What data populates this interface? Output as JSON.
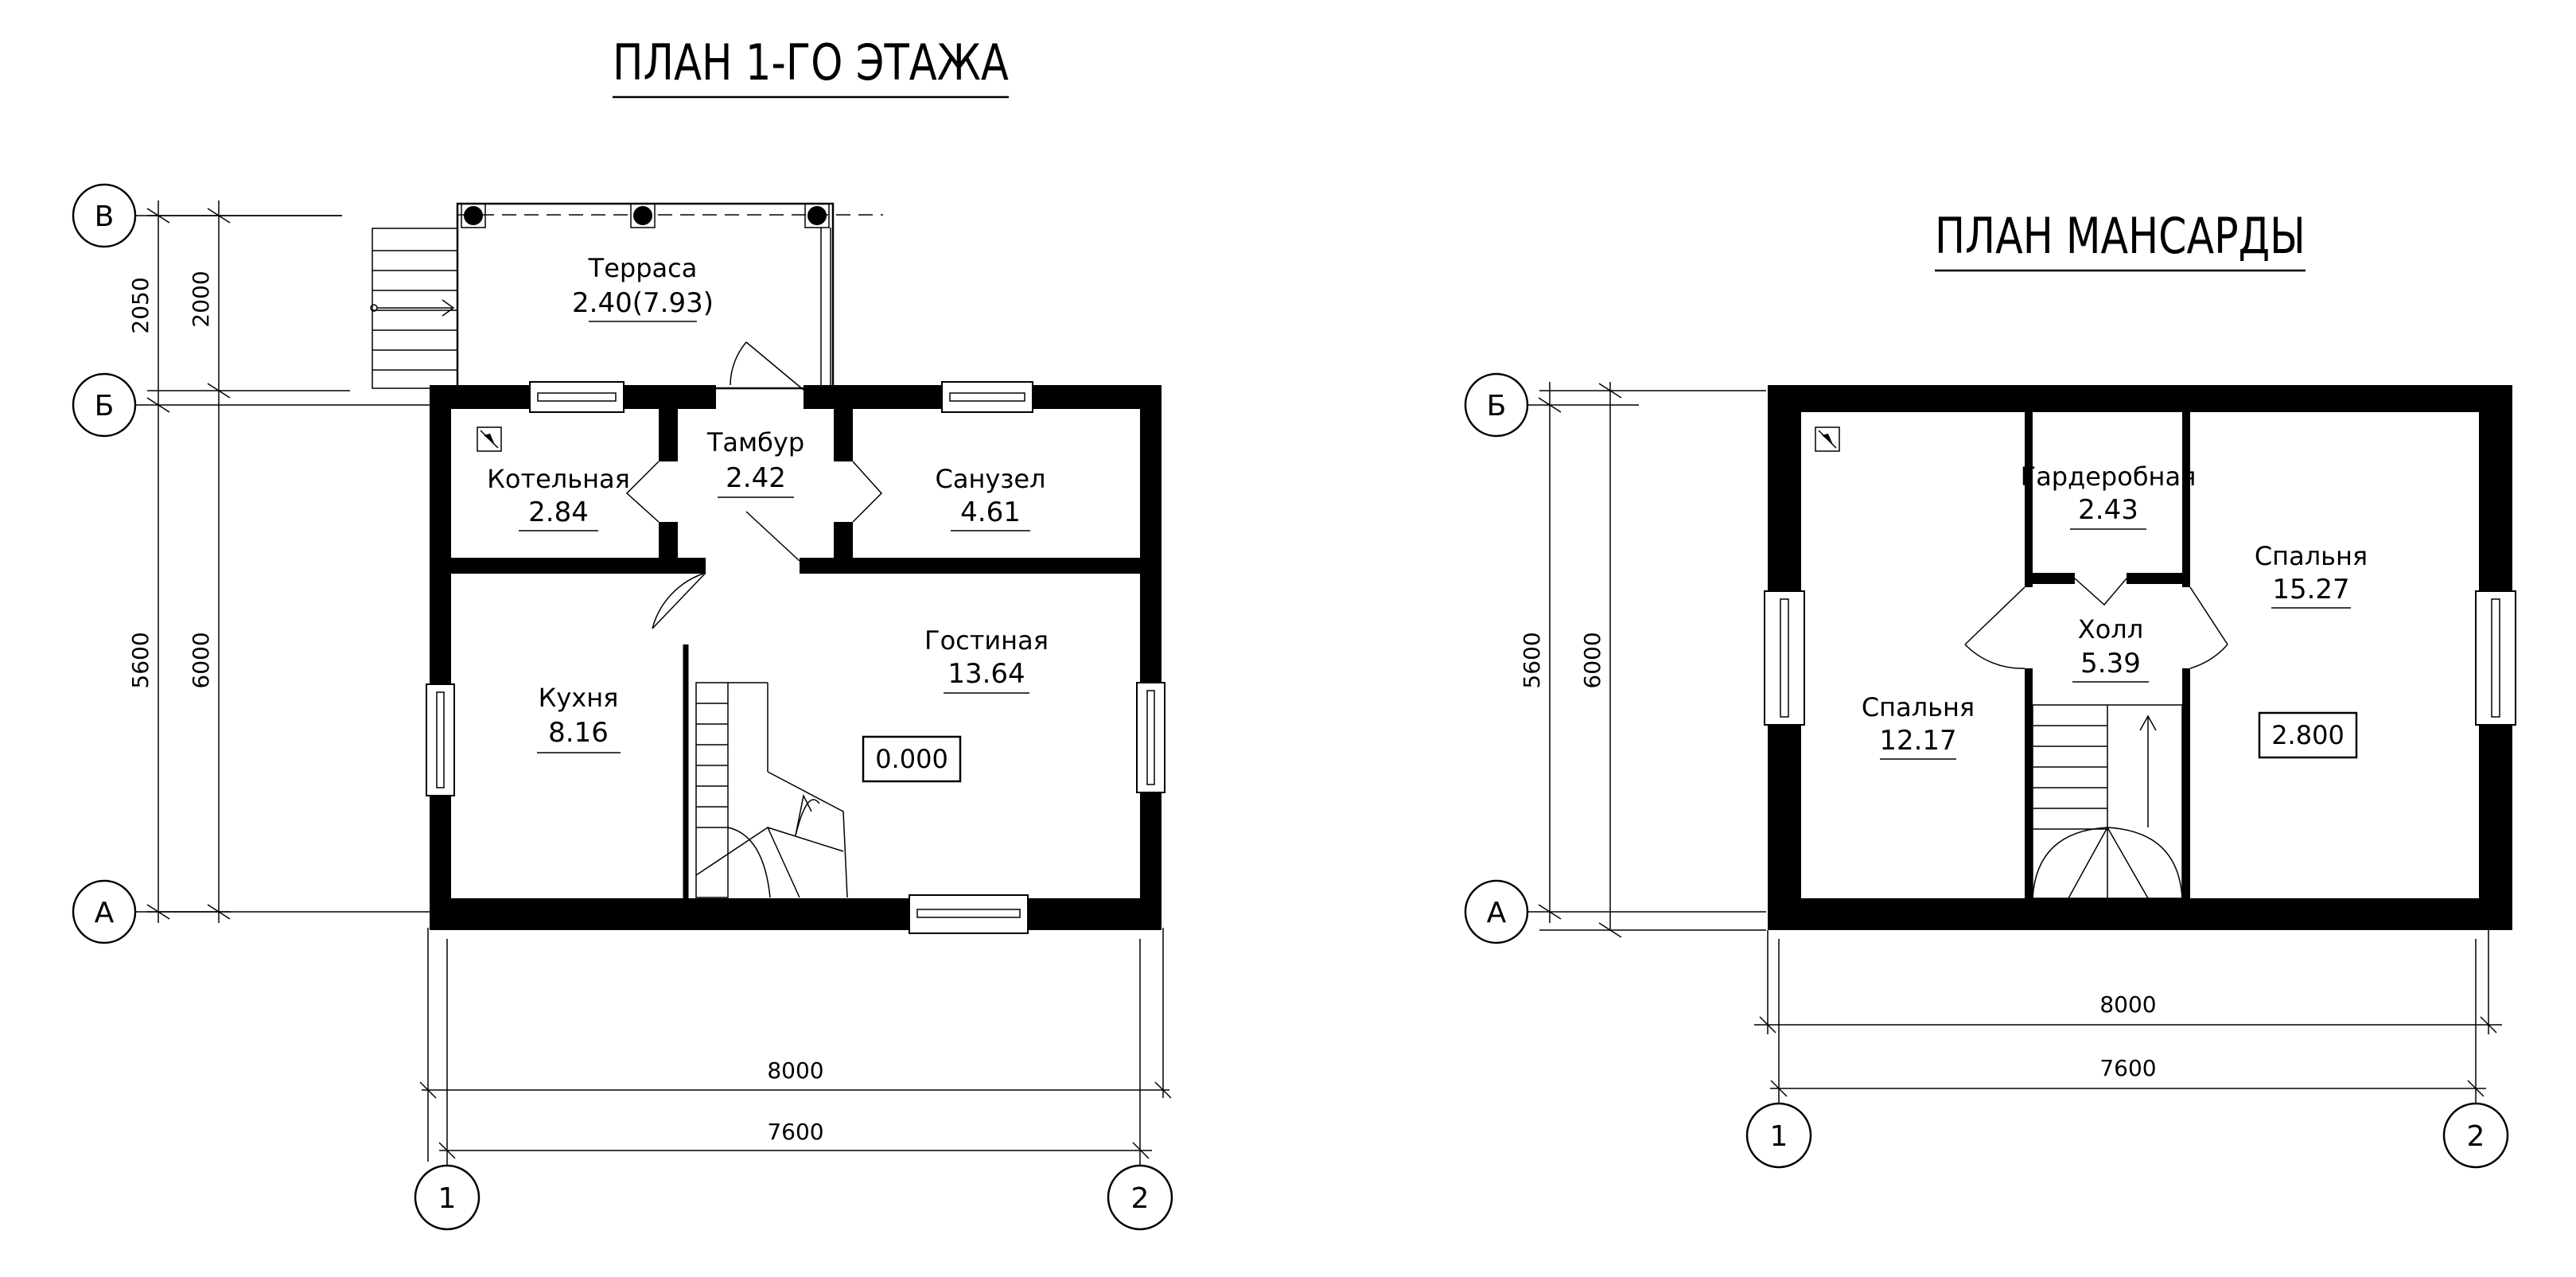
{
  "titles": {
    "first_floor": "ПЛАН 1-ГО ЭТАЖА",
    "attic": "ПЛАН МАНСАРДЫ"
  },
  "first_floor": {
    "rooms": [
      {
        "name": "Терраса",
        "area": "2.40(7.93)"
      },
      {
        "name": "Тамбур",
        "area": "2.42"
      },
      {
        "name": "Котельная",
        "area": "2.84"
      },
      {
        "name": "Санузел",
        "area": "4.61"
      },
      {
        "name": "Гостиная",
        "area": "13.64"
      },
      {
        "name": "Кухня",
        "area": "8.16"
      }
    ],
    "level_mark": "0.000",
    "dims": {
      "top_2050": "2050",
      "top_2000": "2000",
      "left_5600": "5600",
      "left_6000": "6000",
      "bottom_8000": "8000",
      "bottom_7600": "7600"
    },
    "axes": {
      "v": "В",
      "b": "Б",
      "a": "А",
      "one": "1",
      "two": "2"
    }
  },
  "attic": {
    "rooms": [
      {
        "name": "Гардеробная",
        "area": "2.43"
      },
      {
        "name": "Спальня",
        "area": "15.27"
      },
      {
        "name": "Холл",
        "area": "5.39"
      },
      {
        "name": "Спальня",
        "area": "12.17"
      }
    ],
    "level_mark": "2.800",
    "dims": {
      "left_5600": "5600",
      "left_6000": "6000",
      "bottom_8000": "8000",
      "bottom_7600": "7600"
    },
    "axes": {
      "b": "Б",
      "a": "А",
      "one": "1",
      "two": "2"
    }
  }
}
